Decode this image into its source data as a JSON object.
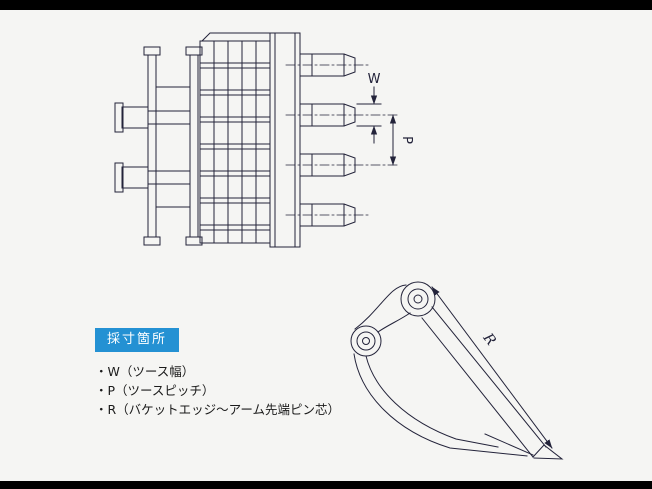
{
  "page": {
    "background": "#f5f5f3",
    "letterbox_color": "#000000",
    "ink_color": "#23233a"
  },
  "legend": {
    "title": "採寸箇所",
    "title_bg": "#2491d3",
    "title_color": "#ffffff",
    "items": [
      "・W（ツース幅）",
      "・P（ツースピッチ）",
      "・R（バケットエッジ～アーム先端ピン芯）"
    ]
  },
  "dimensions": {
    "tooth_width_label": "W",
    "tooth_pitch_label": "P",
    "edge_to_pin_label": "R"
  }
}
